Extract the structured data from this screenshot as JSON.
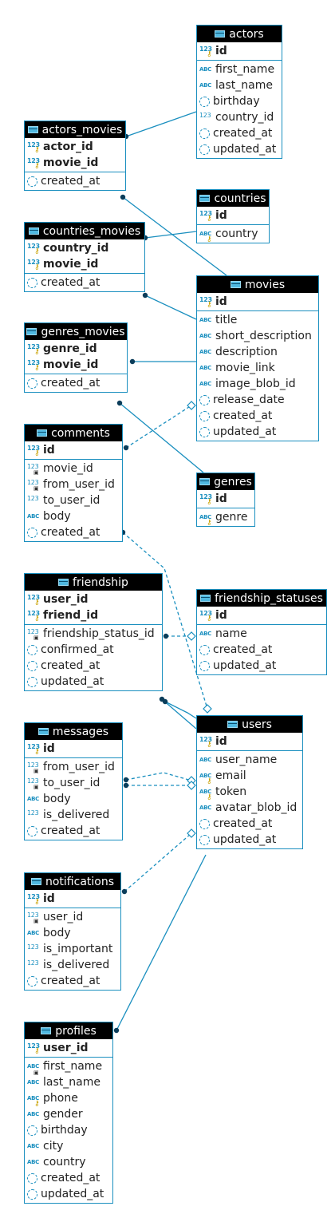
{
  "colors": {
    "accent": "#1a8fbf",
    "header_bg": "#000000"
  },
  "tables": [
    {
      "id": "actors",
      "title": "actors",
      "groups": [
        [
          {
            "name": "id",
            "type": "num",
            "pk": true,
            "key": true
          }
        ],
        [
          {
            "name": "first_name",
            "type": "abc"
          },
          {
            "name": "last_name",
            "type": "abc"
          },
          {
            "name": "birthday",
            "type": "ts"
          },
          {
            "name": "country_id",
            "type": "num"
          },
          {
            "name": "created_at",
            "type": "ts"
          },
          {
            "name": "updated_at",
            "type": "ts"
          }
        ]
      ]
    },
    {
      "id": "actors_movies",
      "title": "actors_movies",
      "groups": [
        [
          {
            "name": "actor_id",
            "type": "num",
            "pk": true,
            "key": true
          },
          {
            "name": "movie_id",
            "type": "num",
            "pk": true,
            "key": true
          }
        ],
        [
          {
            "name": "created_at",
            "type": "ts"
          }
        ]
      ]
    },
    {
      "id": "countries",
      "title": "countries",
      "groups": [
        [
          {
            "name": "id",
            "type": "num",
            "pk": true,
            "key": true
          }
        ],
        [
          {
            "name": "country",
            "type": "abc",
            "key": true
          }
        ]
      ]
    },
    {
      "id": "countries_movies",
      "title": "countries_movies",
      "groups": [
        [
          {
            "name": "country_id",
            "type": "num",
            "pk": true,
            "key": true
          },
          {
            "name": "movie_id",
            "type": "num",
            "pk": true,
            "key": true
          }
        ],
        [
          {
            "name": "created_at",
            "type": "ts"
          }
        ]
      ]
    },
    {
      "id": "movies",
      "title": "movies",
      "groups": [
        [
          {
            "name": "id",
            "type": "num",
            "pk": true,
            "key": true
          }
        ],
        [
          {
            "name": "title",
            "type": "abc"
          },
          {
            "name": "short_description",
            "type": "abc"
          },
          {
            "name": "description",
            "type": "abc"
          },
          {
            "name": "movie_link",
            "type": "abc"
          },
          {
            "name": "image_blob_id",
            "type": "abc"
          },
          {
            "name": "release_date",
            "type": "ts"
          },
          {
            "name": "created_at",
            "type": "ts"
          },
          {
            "name": "updated_at",
            "type": "ts"
          }
        ]
      ]
    },
    {
      "id": "genres_movies",
      "title": "genres_movies",
      "groups": [
        [
          {
            "name": "genre_id",
            "type": "num",
            "pk": true,
            "key": true
          },
          {
            "name": "movie_id",
            "type": "num",
            "pk": true,
            "key": true
          }
        ],
        [
          {
            "name": "created_at",
            "type": "ts"
          }
        ]
      ]
    },
    {
      "id": "comments",
      "title": "comments",
      "groups": [
        [
          {
            "name": "id",
            "type": "num",
            "pk": true,
            "key": true
          }
        ],
        [
          {
            "name": "movie_id",
            "type": "num",
            "fk": true
          },
          {
            "name": "from_user_id",
            "type": "num",
            "fk": true
          },
          {
            "name": "to_user_id",
            "type": "num"
          },
          {
            "name": "body",
            "type": "abc"
          },
          {
            "name": "created_at",
            "type": "ts"
          }
        ]
      ]
    },
    {
      "id": "genres",
      "title": "genres",
      "groups": [
        [
          {
            "name": "id",
            "type": "num",
            "pk": true,
            "key": true
          }
        ],
        [
          {
            "name": "genre",
            "type": "abc",
            "key": true
          }
        ]
      ]
    },
    {
      "id": "friendship",
      "title": "friendship",
      "groups": [
        [
          {
            "name": "user_id",
            "type": "num",
            "pk": true,
            "key": true
          },
          {
            "name": "friend_id",
            "type": "num",
            "pk": true,
            "key": true
          }
        ],
        [
          {
            "name": "friendship_status_id",
            "type": "num",
            "fk": true
          },
          {
            "name": "confirmed_at",
            "type": "ts"
          },
          {
            "name": "created_at",
            "type": "ts"
          },
          {
            "name": "updated_at",
            "type": "ts"
          }
        ]
      ]
    },
    {
      "id": "friendship_statuses",
      "title": "friendship_statuses",
      "groups": [
        [
          {
            "name": "id",
            "type": "num",
            "pk": true,
            "key": true
          }
        ],
        [
          {
            "name": "name",
            "type": "abc"
          },
          {
            "name": "created_at",
            "type": "ts"
          },
          {
            "name": "updated_at",
            "type": "ts"
          }
        ]
      ]
    },
    {
      "id": "users",
      "title": "users",
      "groups": [
        [
          {
            "name": "id",
            "type": "num",
            "pk": true,
            "key": true
          }
        ],
        [
          {
            "name": "user_name",
            "type": "abc"
          },
          {
            "name": "email",
            "type": "abc",
            "key": true
          },
          {
            "name": "token",
            "type": "abc",
            "key": true
          },
          {
            "name": "avatar_blob_id",
            "type": "abc"
          },
          {
            "name": "created_at",
            "type": "ts"
          },
          {
            "name": "updated_at",
            "type": "ts"
          }
        ]
      ]
    },
    {
      "id": "messages",
      "title": "messages",
      "groups": [
        [
          {
            "name": "id",
            "type": "num",
            "pk": true,
            "key": true
          }
        ],
        [
          {
            "name": "from_user_id",
            "type": "num",
            "fk": true
          },
          {
            "name": "to_user_id",
            "type": "num",
            "fk": true
          },
          {
            "name": "body",
            "type": "abc"
          },
          {
            "name": "is_delivered",
            "type": "num"
          },
          {
            "name": "created_at",
            "type": "ts"
          }
        ]
      ]
    },
    {
      "id": "notifications",
      "title": "notifications",
      "groups": [
        [
          {
            "name": "id",
            "type": "num",
            "pk": true,
            "key": true
          }
        ],
        [
          {
            "name": "user_id",
            "type": "num",
            "fk": true
          },
          {
            "name": "body",
            "type": "abc"
          },
          {
            "name": "is_important",
            "type": "num"
          },
          {
            "name": "is_delivered",
            "type": "num"
          },
          {
            "name": "created_at",
            "type": "ts"
          }
        ]
      ]
    },
    {
      "id": "profiles",
      "title": "profiles",
      "groups": [
        [
          {
            "name": "user_id",
            "type": "num",
            "pk": true,
            "key": true
          }
        ],
        [
          {
            "name": "first_name",
            "type": "abc",
            "fk": true
          },
          {
            "name": "last_name",
            "type": "abc"
          },
          {
            "name": "phone",
            "type": "abc",
            "key": true
          },
          {
            "name": "gender",
            "type": "abc"
          },
          {
            "name": "birthday",
            "type": "ts"
          },
          {
            "name": "city",
            "type": "abc"
          },
          {
            "name": "country",
            "type": "abc"
          },
          {
            "name": "created_at",
            "type": "ts"
          },
          {
            "name": "updated_at",
            "type": "ts"
          }
        ]
      ]
    }
  ]
}
